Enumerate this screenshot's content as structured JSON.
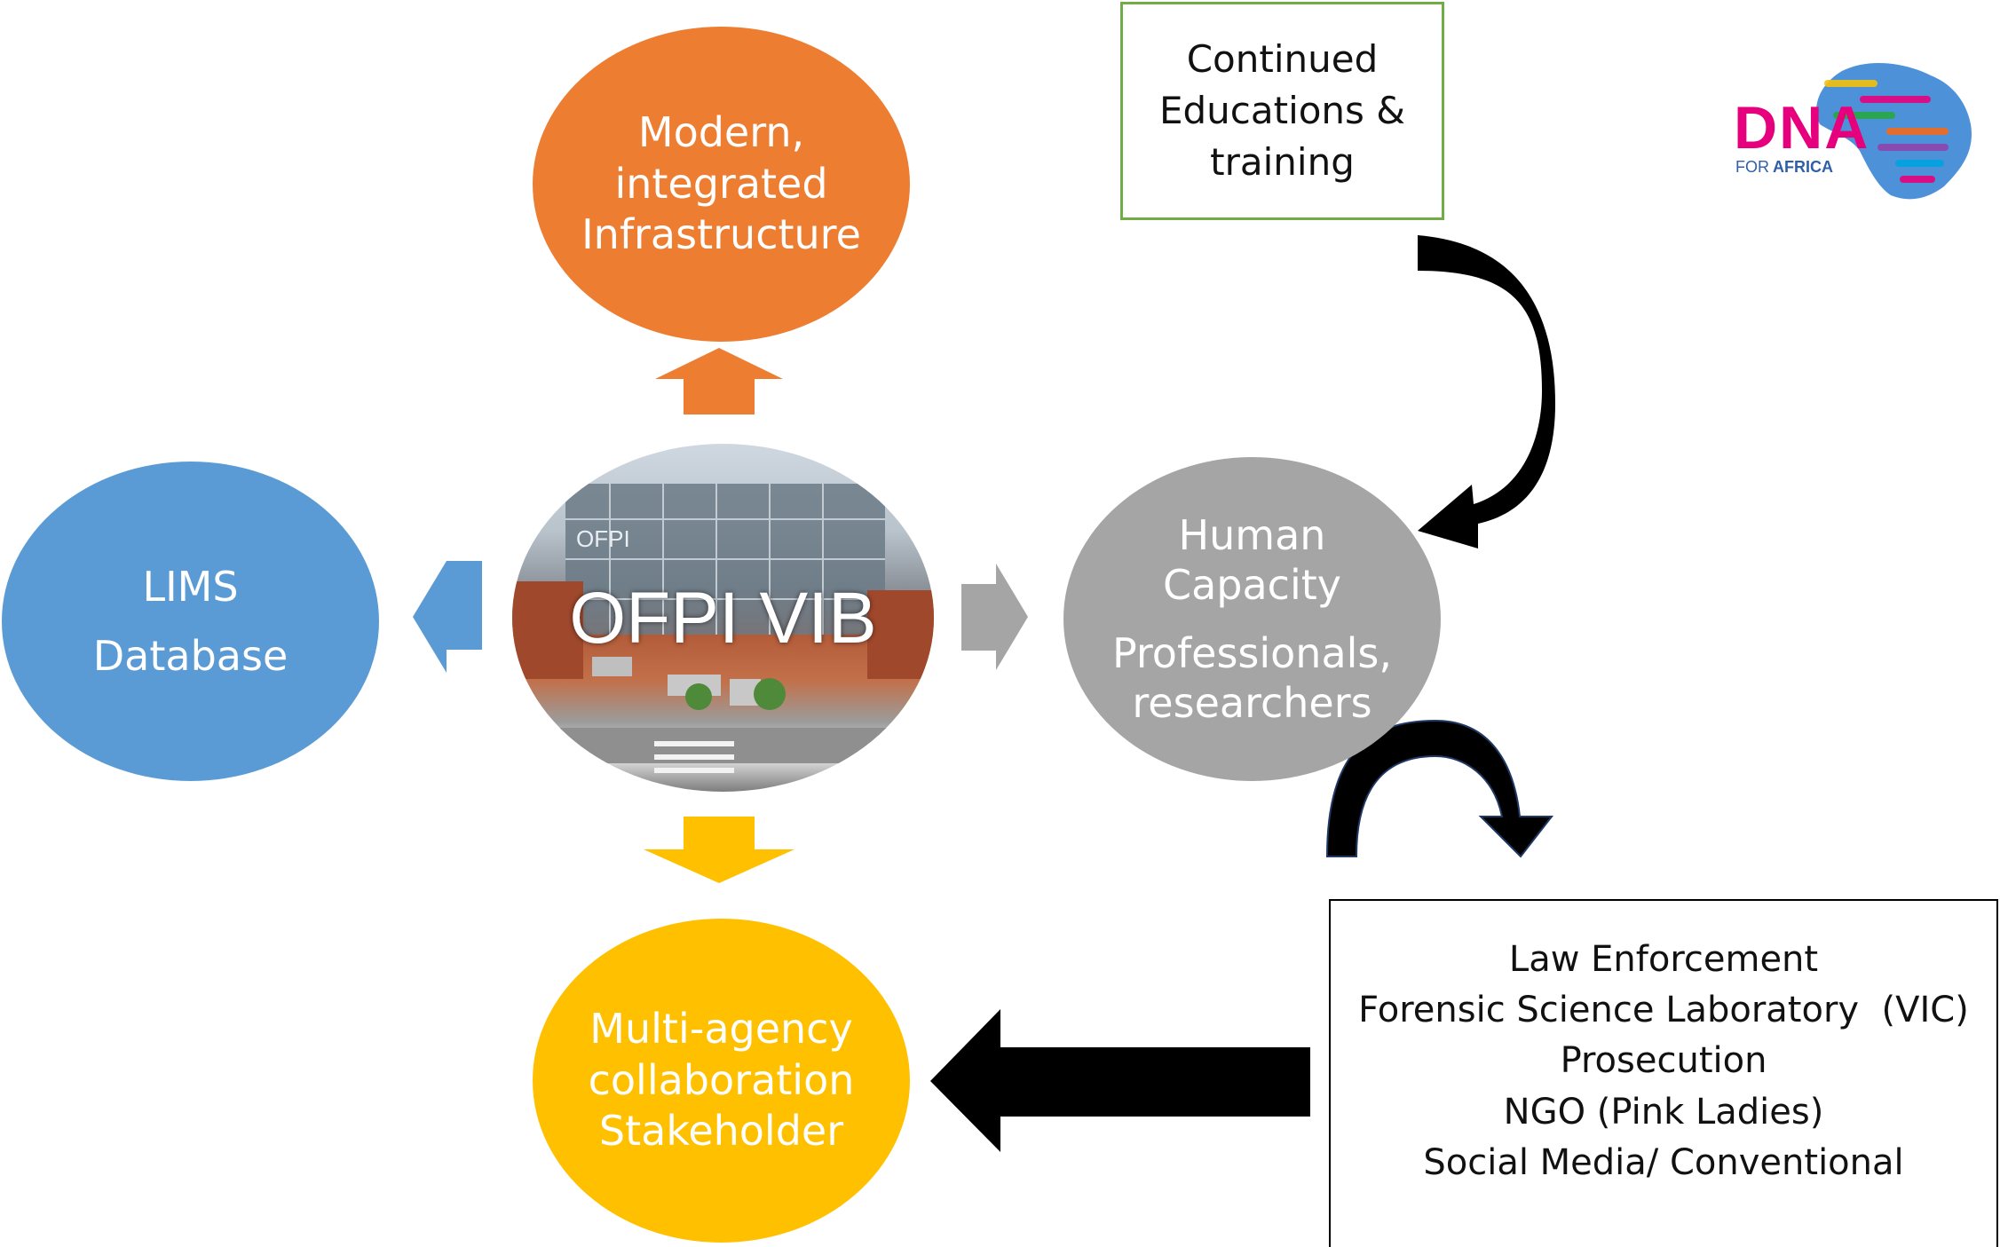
{
  "center": {
    "label": "OFPI VIB",
    "building_sign": "OFPI"
  },
  "nodes": {
    "infrastructure": {
      "lines": [
        "Modern,",
        "integrated",
        "Infrastructure"
      ]
    },
    "lims": {
      "lines": [
        "LIMS",
        "Database"
      ]
    },
    "human_capacity": {
      "lines": [
        "Human",
        "Capacity",
        "Professionals,",
        "researchers"
      ]
    },
    "multi_agency": {
      "lines": [
        "Multi-agency",
        "collaboration",
        "Stakeholder"
      ]
    }
  },
  "boxes": {
    "education": {
      "lines": [
        "Continued",
        "Educations &",
        "training"
      ]
    },
    "stakeholders": {
      "lines": [
        "Law Enforcement",
        "Forensic Science Laboratory  (VIC)",
        "Prosecution",
        "NGO (Pink Ladies)",
        "Social Media/ Conventional"
      ]
    }
  },
  "logo": {
    "text_main": "DNA",
    "text_sub_prefix": "FOR",
    "text_sub_bold": "AFRICA"
  },
  "colors": {
    "orange": "#ED7D31",
    "blue": "#5B9BD5",
    "gray": "#A5A5A5",
    "gold": "#FFC000",
    "green_border": "#70AD47",
    "black": "#000000",
    "logo_pink": "#E6007E"
  }
}
